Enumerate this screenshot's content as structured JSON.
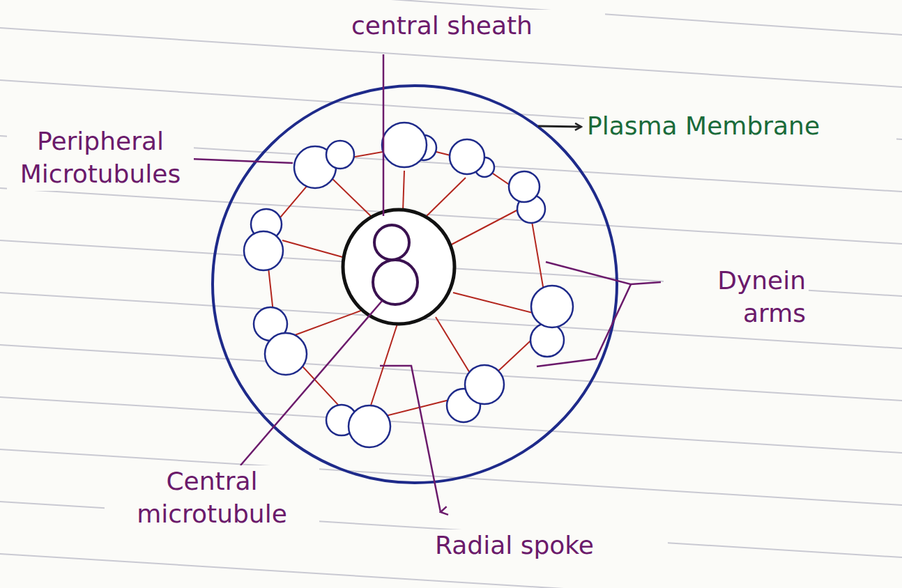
{
  "diagram": {
    "labels": [
      "central sheath",
      "Plasma Membrane",
      "Peripheral Microtubules",
      "Dynein arms",
      "Central microtubule",
      "Radial spoke"
    ]
  }
}
